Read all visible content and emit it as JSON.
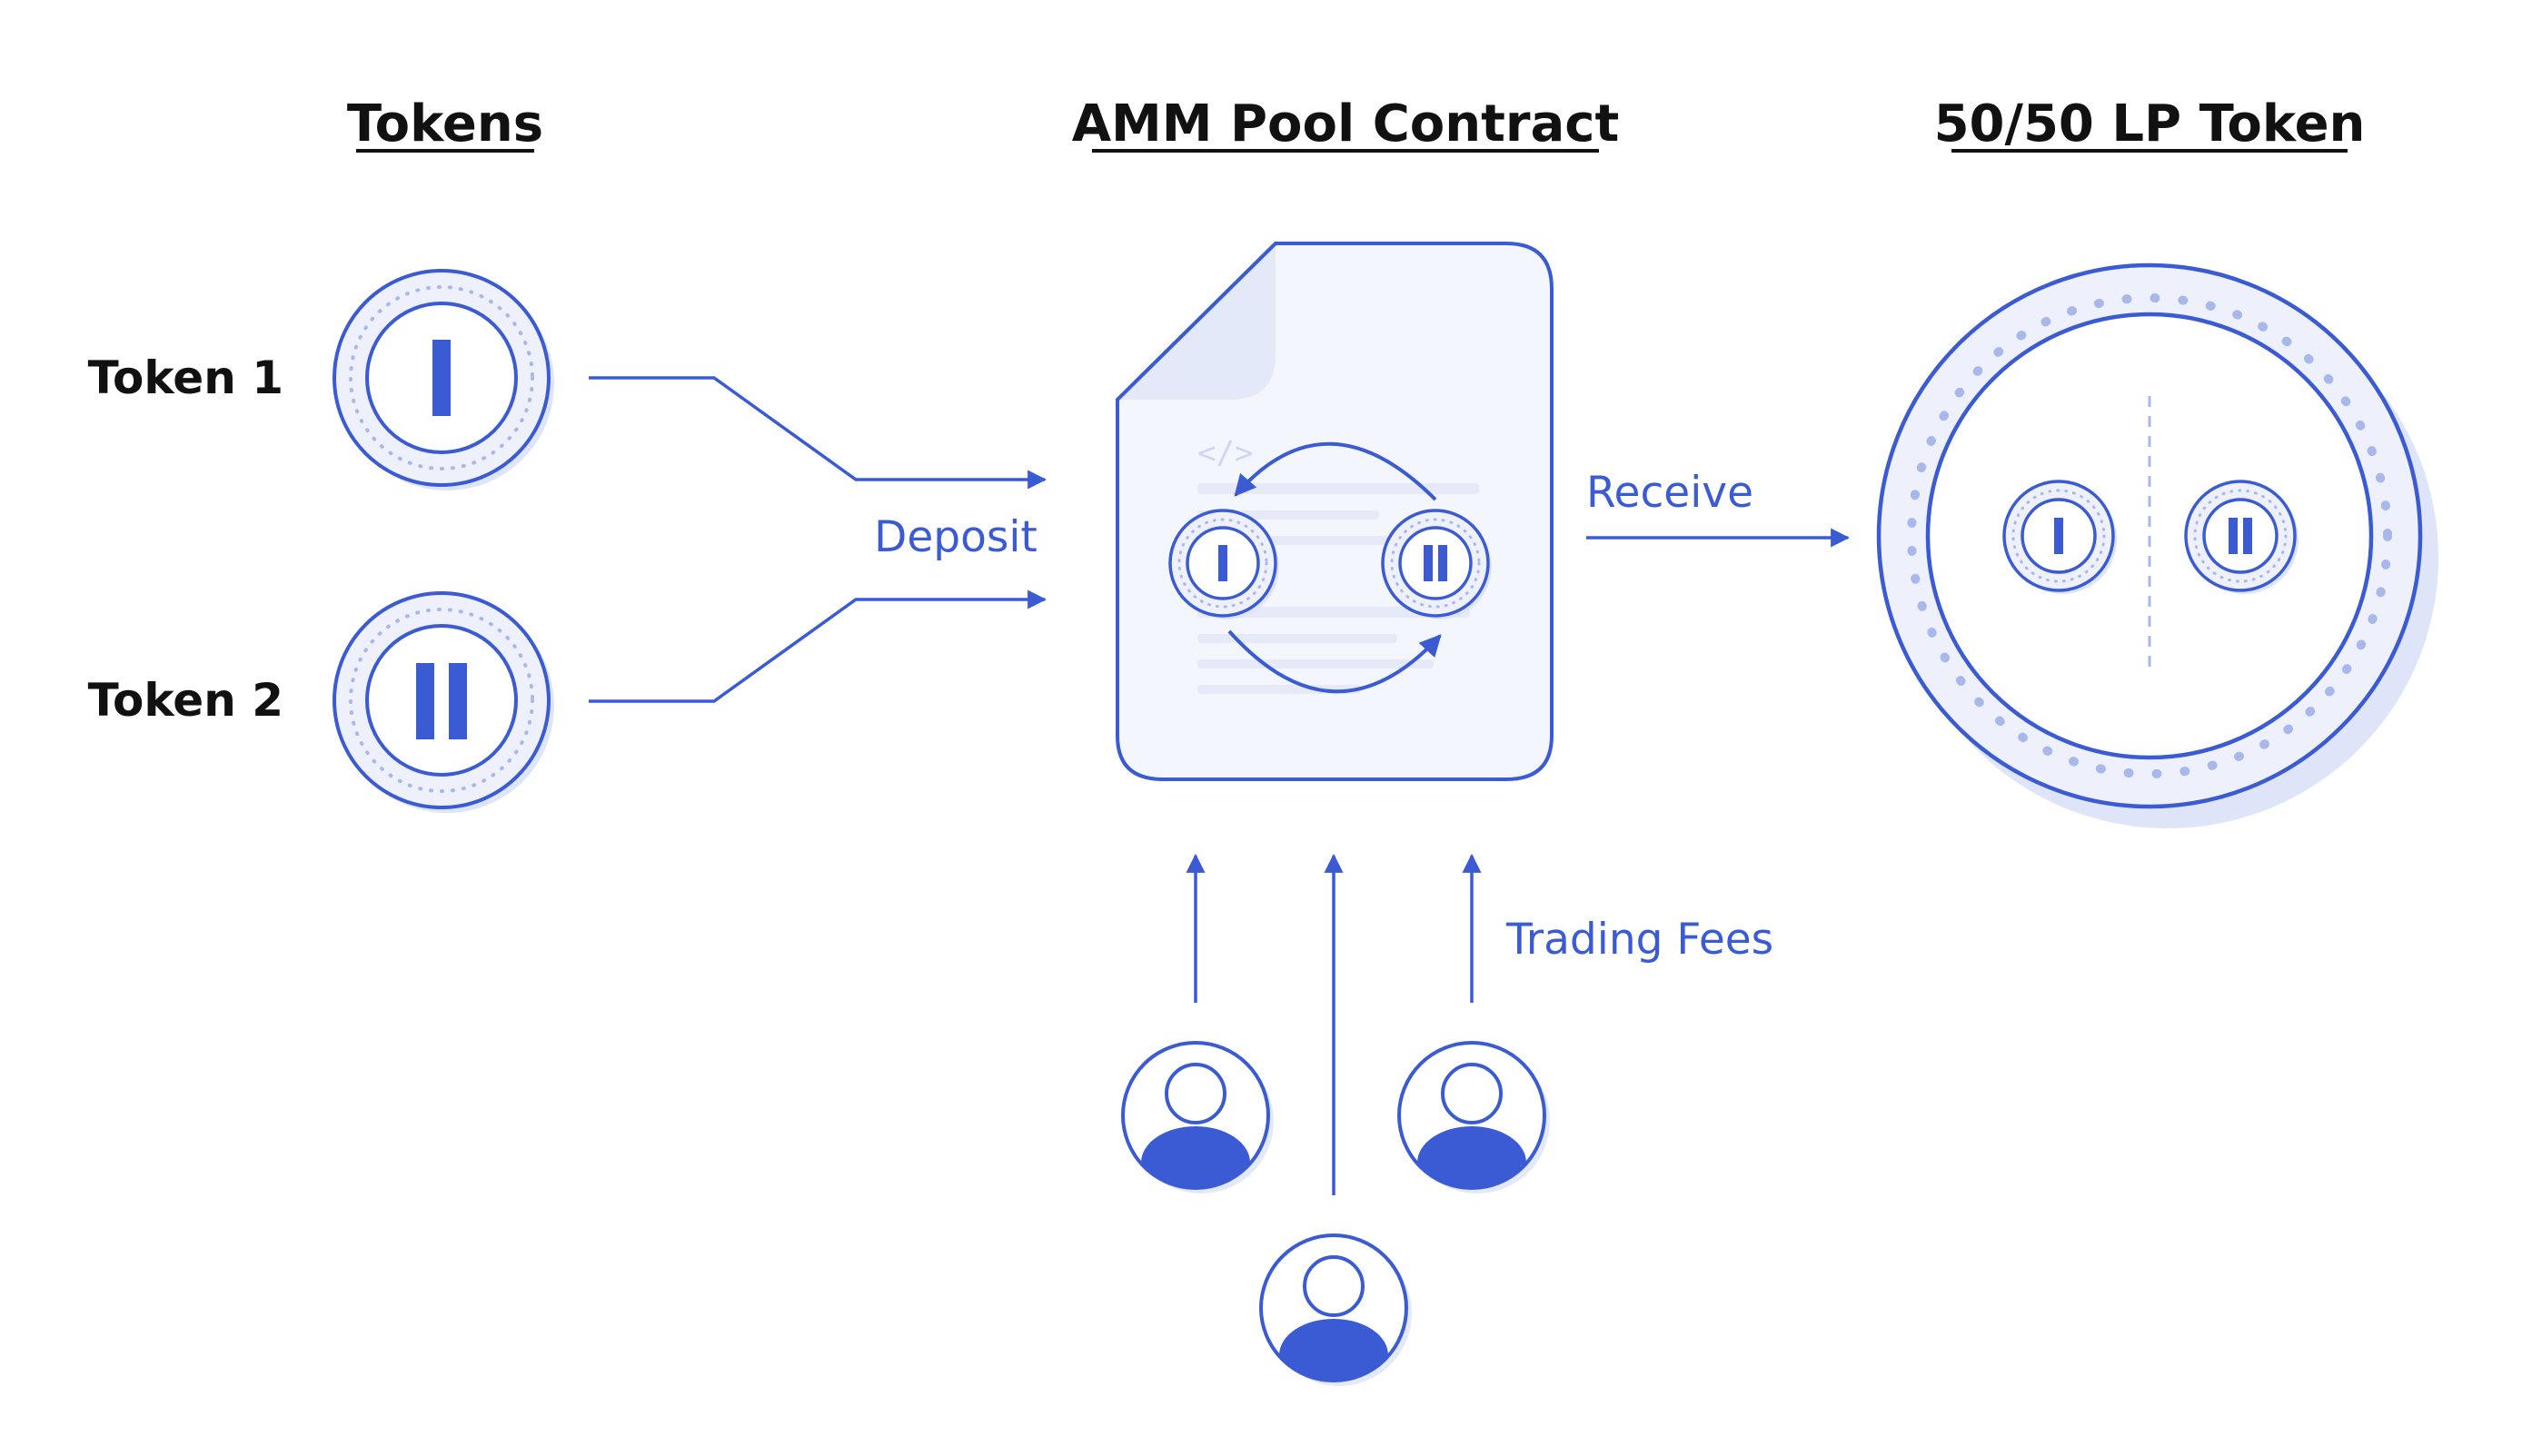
{
  "headings": {
    "tokens": "Tokens",
    "pool": "AMM Pool Contract",
    "lp": "50/50 LP Token"
  },
  "tokens": {
    "token1": {
      "label": "Token 1",
      "symbol": "I"
    },
    "token2": {
      "label": "Token 2",
      "symbol": "II"
    }
  },
  "flows": {
    "deposit": "Deposit",
    "receive": "Receive",
    "trading_fees": "Trading Fees"
  },
  "contract": {
    "code_glyph": "</>"
  },
  "colors": {
    "accent": "#3a5bd4",
    "ring_fill": "#eef1fb",
    "dots": "#a9b8ea",
    "heading": "#111111"
  }
}
